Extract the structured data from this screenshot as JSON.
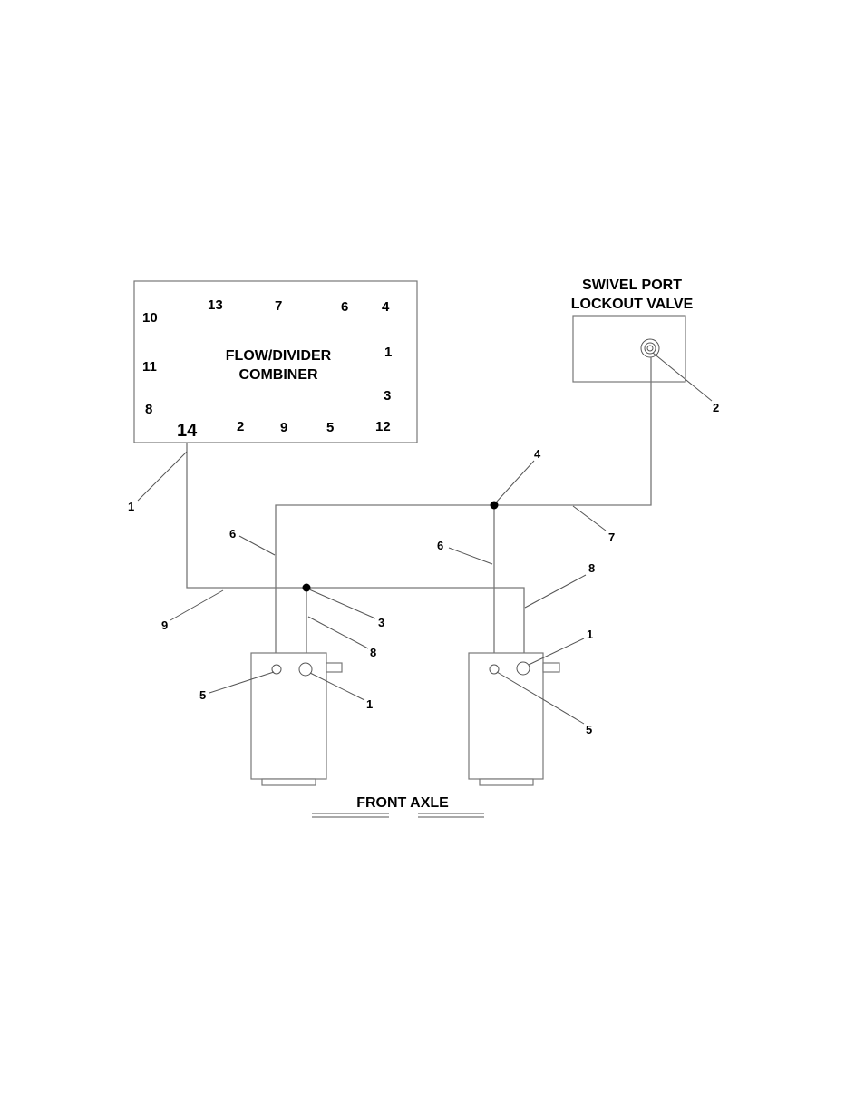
{
  "flow_divider": {
    "title_line1": "FLOW/DIVIDER",
    "title_line2": "COMBINER",
    "ports": {
      "p13": "13",
      "p7": "7",
      "p6": "6",
      "p4": "4",
      "p10": "10",
      "p1": "1",
      "p11": "11",
      "p3": "3",
      "p8": "8",
      "p14": "14",
      "p2": "2",
      "p9": "9",
      "p5": "5",
      "p12": "12"
    }
  },
  "lockout_valve": {
    "title_line1": "SWIVEL PORT",
    "title_line2": "LOCKOUT VALVE"
  },
  "callouts": {
    "c_hose_from_14": "1",
    "c_valve_port": "2",
    "c_tee_lower": "3",
    "c_tee_upper": "4",
    "c_left_cyl_small_port": "5",
    "c_left_vertical_hose": "6",
    "c_right_vertical_hose": "6",
    "c_hose_to_valve": "7",
    "c_left_cyl_hose": "8",
    "c_right_cyl_hose": "8",
    "c_left_horizontal_hose": "9",
    "c_left_cyl_fitting": "1",
    "c_right_cyl_fitting": "1",
    "c_right_cyl_small_port": "5"
  },
  "front_axle_label": "FRONT AXLE"
}
